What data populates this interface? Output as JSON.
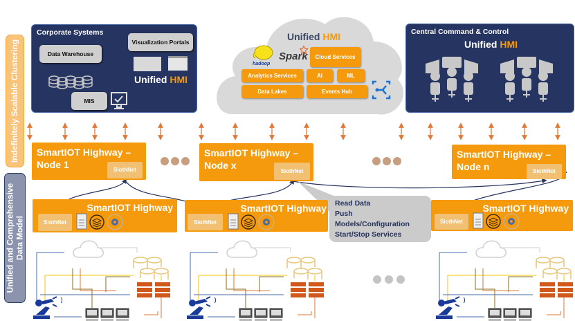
{
  "side_labels": {
    "clustering": "Indefinitely Scalable Clustering",
    "data_model_line1": "Unified and Comprehensive",
    "data_model_line2": "Data Model"
  },
  "corporate": {
    "title": "Corporate Systems",
    "data_warehouse": "Data Warehouse",
    "visualization_portals": "Visualization Portals",
    "mis": "MIS",
    "hmi_prefix": "Unified",
    "hmi_suffix": "HMI"
  },
  "cloud": {
    "hmi_prefix": "Unified",
    "hmi_suffix": "HMI",
    "logos": [
      "hadoop",
      "Spark"
    ],
    "services": [
      "Cloud Services",
      "Analytics Services",
      "AI",
      "ML",
      "Data Lakes",
      "Events Hub"
    ]
  },
  "central": {
    "title": "Central Command & Control",
    "hmi_prefix": "Unified",
    "hmi_suffix": "HMI"
  },
  "nodes": [
    {
      "line1": "SmartIOT Highway –",
      "line2": "Node 1",
      "badge": "SiothNet"
    },
    {
      "line1": "SmartIOT Highway –",
      "line2": "Node x",
      "badge": "SiothNet"
    },
    {
      "line1": "SmartIOT Highway –",
      "line2": "Node n",
      "badge": "SiothNet"
    }
  ],
  "highways": [
    {
      "title": "SmartIOT Highway",
      "badge": "SiothNet"
    },
    {
      "title": "SmartIOT Highway",
      "badge": "SiothNet"
    },
    {
      "title": "SmartIOT Highway",
      "badge": "SiothNet"
    }
  ],
  "callout": {
    "lines": [
      "Read Data",
      "Push",
      "Models/Configuration",
      "Start/Stop Services"
    ]
  },
  "colors": {
    "navy": "#253461",
    "orange": "#f59a0c",
    "light_orange": "#f2c072",
    "arrow": "#e07a3a",
    "link": "#26335e",
    "dots": "#c79e80"
  }
}
